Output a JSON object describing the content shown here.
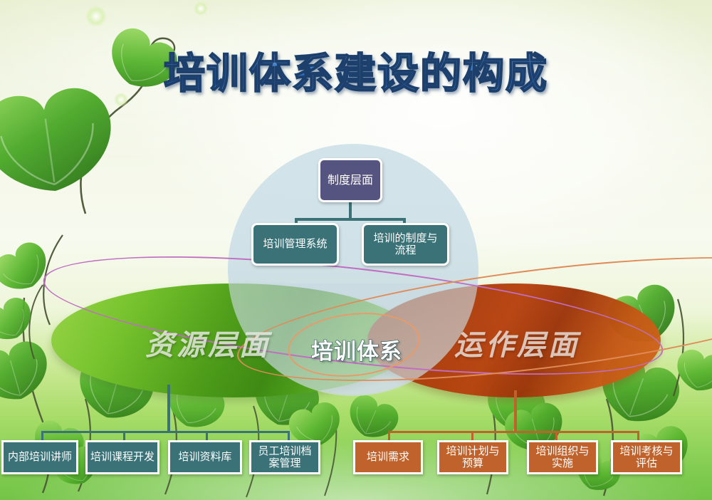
{
  "slide": {
    "title": "培训体系建设的构成",
    "title_color": "#2f6fc0"
  },
  "venn": {
    "center_label": "培训体系",
    "left_ellipse_label": "资源层面",
    "right_ellipse_label": "运作层面",
    "circle_fill": "#cce2e9",
    "left_ellipse_fill": "#4f9e1a",
    "right_ellipse_fill": "#a8380a",
    "ring_purple_color": "#c06ec2",
    "ring_orange_color": "#e08a58"
  },
  "top_group": {
    "root": {
      "label": "制度层面",
      "color": "#55537f"
    },
    "children": [
      {
        "label": "培训管理系统",
        "color": "#3a7278"
      },
      {
        "label": "培训的制度与流程",
        "color": "#3a7278"
      }
    ]
  },
  "resource_group": {
    "connector_color": "#3a7278",
    "items": [
      {
        "label": "内部培训讲师",
        "color": "#3a7278"
      },
      {
        "label": "培训课程开发",
        "color": "#3a7278"
      },
      {
        "label": "培训资料库",
        "color": "#3a7278"
      },
      {
        "label": "员工培训档案管理",
        "color": "#3a7278"
      }
    ]
  },
  "operation_group": {
    "connector_color": "#c0622b",
    "items": [
      {
        "label": "培训需求",
        "color": "#c0622b"
      },
      {
        "label": "培训计划与预算",
        "color": "#c0622b"
      },
      {
        "label": "培训组织与实施",
        "color": "#c0622b"
      },
      {
        "label": "培训考核与评估",
        "color": "#c0622b"
      }
    ]
  }
}
